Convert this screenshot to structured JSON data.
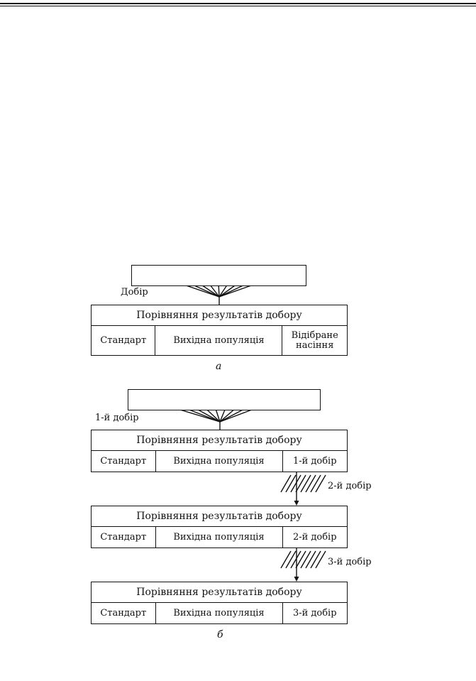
{
  "diagram_a": {
    "selection_label": "Добір",
    "header": "Порівняння результатів добору",
    "cells": [
      "Стандарт",
      "Вихідна популяція",
      "Відібране насіння"
    ],
    "caption": "а"
  },
  "diagram_b": {
    "selection_label": "1-й добір",
    "blocks": [
      {
        "header": "Порівняння результатів добору",
        "cells": [
          "Стандарт",
          "Вихідна популяція",
          "1-й добір"
        ]
      },
      {
        "header": "Порівняння результатів добору",
        "cells": [
          "Стандарт",
          "Вихідна популяція",
          "2-й добір"
        ]
      },
      {
        "header": "Порівняння результатів добору",
        "cells": [
          "Стандарт",
          "Вихідна популяція",
          "3-й добір"
        ]
      }
    ],
    "step_labels": [
      "2-й добір",
      "3-й добір"
    ],
    "caption": "б"
  }
}
